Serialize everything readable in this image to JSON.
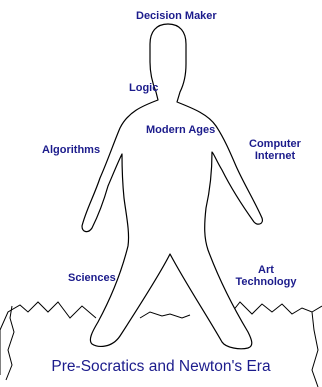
{
  "labels": {
    "decision_maker": "Decision Maker",
    "logic": "Logic",
    "modern_ages": "Modern Ages",
    "algorithms": "Algorithms",
    "computer_internet_line1": "Computer",
    "computer_internet_line2": "Internet",
    "sciences": "Sciences",
    "art_technology_line1": "Art",
    "art_technology_line2": "Technology",
    "footer": "Pre-Socratics and Newton's Era"
  },
  "colors": {
    "text": "#1c1c8c",
    "outline": "#000000",
    "background": "#ffffff"
  }
}
